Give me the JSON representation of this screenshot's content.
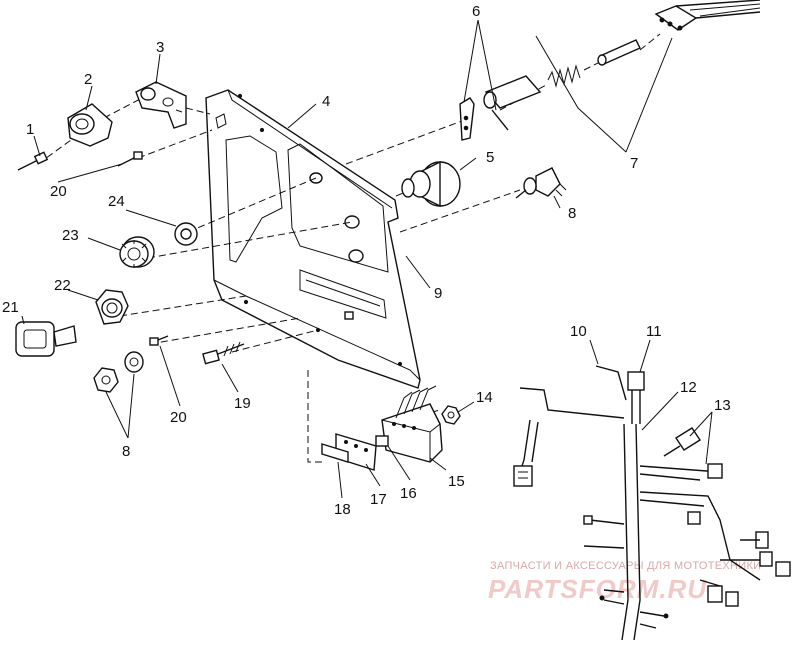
{
  "callouts": [
    {
      "id": "1",
      "text": "1"
    },
    {
      "id": "2",
      "text": "2"
    },
    {
      "id": "3",
      "text": "3"
    },
    {
      "id": "4",
      "text": "4"
    },
    {
      "id": "5",
      "text": "5"
    },
    {
      "id": "6",
      "text": "6"
    },
    {
      "id": "7",
      "text": "7"
    },
    {
      "id": "8a",
      "text": "8"
    },
    {
      "id": "8b",
      "text": "8"
    },
    {
      "id": "9",
      "text": "9"
    },
    {
      "id": "10",
      "text": "10"
    },
    {
      "id": "11",
      "text": "11"
    },
    {
      "id": "12",
      "text": "12"
    },
    {
      "id": "13",
      "text": "13"
    },
    {
      "id": "14",
      "text": "14"
    },
    {
      "id": "15",
      "text": "15"
    },
    {
      "id": "16",
      "text": "16"
    },
    {
      "id": "17",
      "text": "17"
    },
    {
      "id": "18",
      "text": "18"
    },
    {
      "id": "19",
      "text": "19"
    },
    {
      "id": "20a",
      "text": "20"
    },
    {
      "id": "20b",
      "text": "20"
    },
    {
      "id": "21",
      "text": "21"
    },
    {
      "id": "22",
      "text": "22"
    },
    {
      "id": "23",
      "text": "23"
    },
    {
      "id": "24",
      "text": "24"
    }
  ],
  "watermark": {
    "subtitle": "ЗАПЧАСТИ И АКСЕССУАРЫ ДЛЯ МОТОТЕХНИКИ",
    "logo": "PARTSFORM.RU"
  }
}
